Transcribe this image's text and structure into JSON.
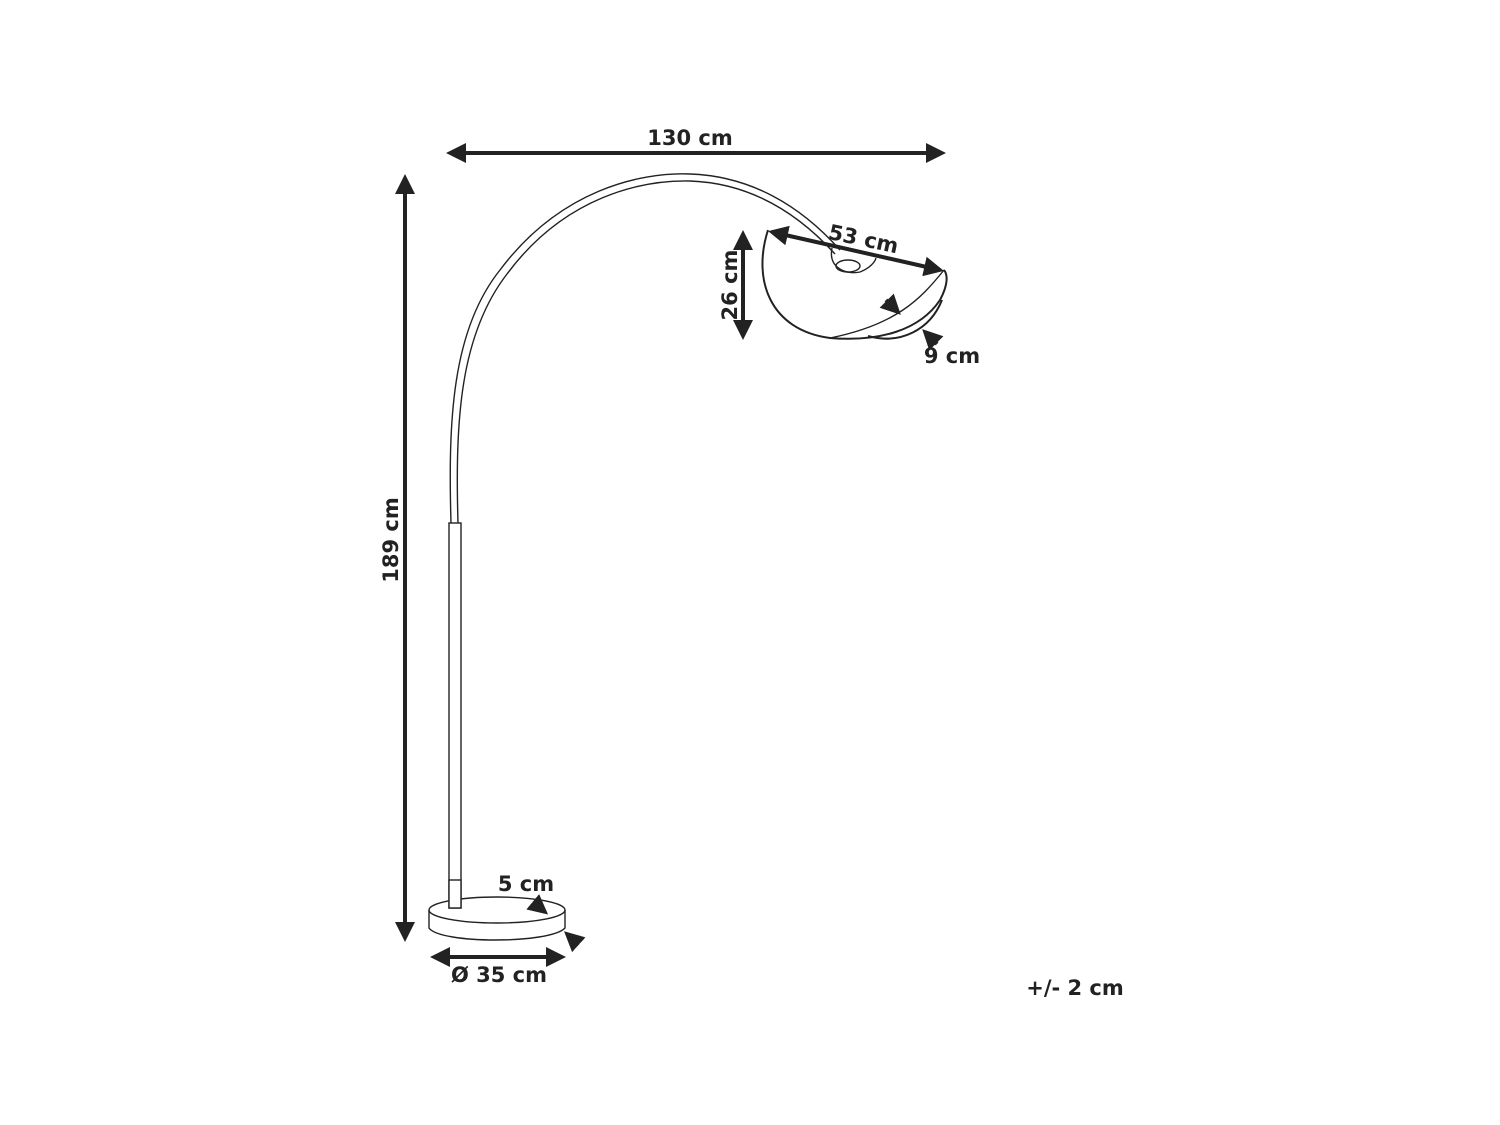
{
  "diagram": {
    "subject": "Arc floor lamp dimension drawing",
    "dimensions": {
      "total_width": "130 cm",
      "total_height": "189 cm",
      "shade_width": "53 cm",
      "shade_height": "26 cm",
      "shade_depth": "9 cm",
      "base_height": "5 cm",
      "base_diameter": "Ø 35 cm"
    },
    "tolerance": "+/- 2 cm",
    "colors": {
      "line": "#222222",
      "background": "#ffffff"
    }
  }
}
